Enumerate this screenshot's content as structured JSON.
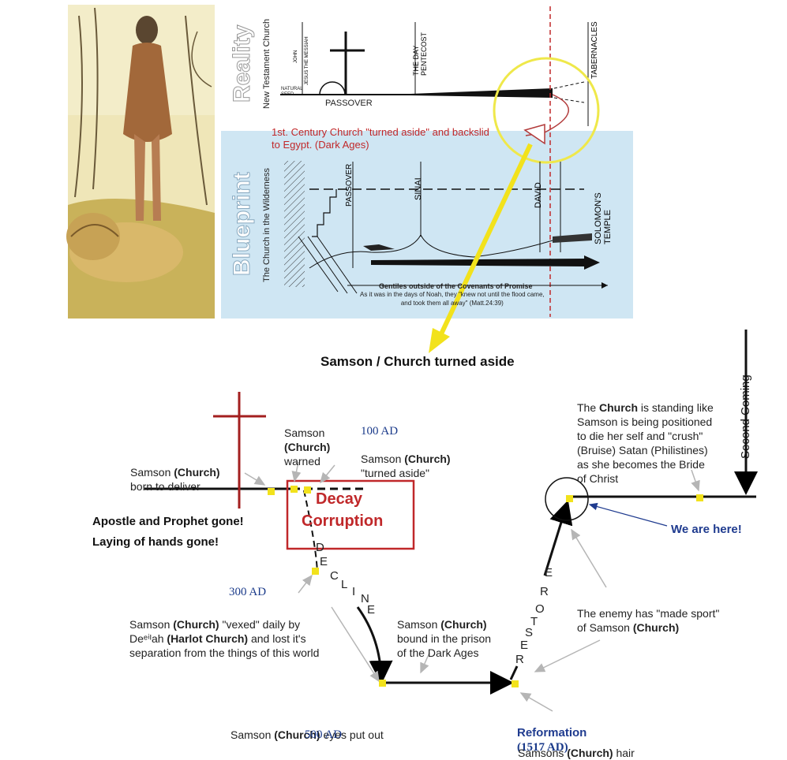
{
  "colors": {
    "blueprint_bg": "#cfe6f3",
    "marker": "#f2e21c",
    "cross": "#a31f1f",
    "decay_red": "#c0282a",
    "here_blue": "#1f3b8f",
    "highlight_circle": "#efe84a",
    "dashed_red": "#c0282a"
  },
  "top_panel": {
    "reality_title": "Reality",
    "reality_sub": "New Testament Church",
    "natural_seed": "NATURAL\nSEED",
    "john": "JOHN",
    "jesus_messiah": "JESUS THE MESSIAH",
    "day_pentecost": "THE DAY\nPENTECOST",
    "passover": "PASSOVER",
    "tabernacles": "TABERNACLES",
    "backslid_note": "1st. Century Church \"turned aside\" and backslid\nto Egypt. (Dark Ages)",
    "blueprint_title": "Blueprint",
    "blueprint_sub": "The Church in the Wilderness",
    "bp_passover": "PASSOVER",
    "bp_sinai": "SINAI",
    "bp_david": "DAVID",
    "bp_solomon": "SOLOMON'S\nTEMPLE",
    "gentiles": "Gentiles outside of the Covenants of Promise",
    "noah_quote": "As it was in the days of Noah, they \"knew not until the flood came,\nand took them all away\" (Matt.24:39)"
  },
  "heading": "Samson / Church turned aside",
  "second_coming": "Second Coming",
  "labels": {
    "born": [
      "Samson ",
      "(Church)",
      "\nborn to deliver"
    ],
    "warned": [
      "Samson\n",
      "(Church)",
      "\nwarned"
    ],
    "ad100": "100 AD",
    "turned": [
      "Samson ",
      "(Church)",
      "\n\"turned aside\""
    ],
    "apostle": "Apostle and Prophet gone!",
    "laying": "Laying of hands gone!",
    "decay": "Decay",
    "corruption": "Corruption",
    "decline_letters": [
      "D",
      "E",
      "C",
      "L",
      "I",
      "N",
      "E"
    ],
    "restore_letters": [
      "E",
      "R",
      "O",
      "T",
      "S",
      "E",
      "R"
    ],
    "ad300": "300 AD",
    "vexed": [
      "Samson ",
      "(Church)",
      " \"vexed\" daily by\nDeᵉⁱᴵah ",
      "(Harlot Church)",
      " and lost it's\nseparation from the things of this world"
    ],
    "bound": [
      "Samson ",
      "(Church)",
      "\nbound in the prison\nof the Dark Ages"
    ],
    "eyes": [
      "Samson ",
      "(Church)",
      " eyes put out"
    ],
    "ad500": "500 AD",
    "reformation": "Reformation",
    "ad1517": "(1517 AD)",
    "hair": [
      "Samsons ",
      "(Church)",
      " hair"
    ],
    "sport": [
      "The enemy has \"made sport\"\nof Samson ",
      "(Church)",
      ""
    ],
    "standing": [
      "The ",
      "Church",
      " is standing like\nSamson is being positioned\nto die her self and \"crush\"\n(Bruise) Satan (Philistines)\nas she becomes the Bride\nof Christ"
    ],
    "we_are_here": "We are here!"
  }
}
